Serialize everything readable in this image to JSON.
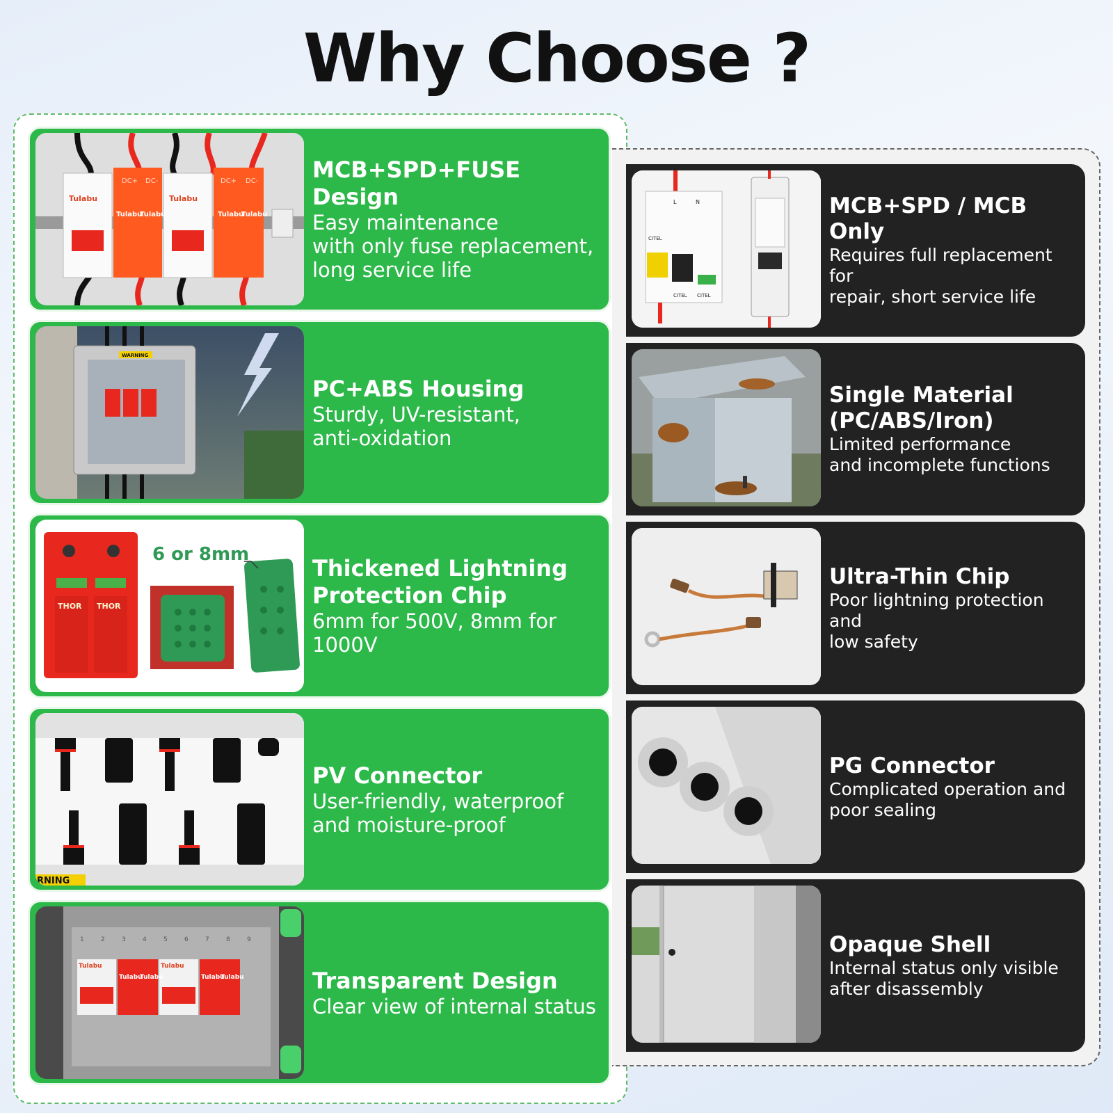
{
  "title": "Why Choose ?",
  "colors": {
    "green": "#2db84a",
    "dark": "#222222",
    "red": "#e8281e",
    "orange": "#ff5a1f"
  },
  "left_cards": [
    {
      "heading": "MCB+SPD+FUSE Design",
      "lines": [
        "Easy maintenance",
        "with only fuse replacement,",
        "long service life"
      ],
      "image": {
        "brand_labels": [
          "Tulabu",
          "Tulabu",
          "Tulabu",
          "Tulabu",
          "Tulabu",
          "Tulabu"
        ],
        "tags": [
          "DC+",
          "DC-",
          "DC+",
          "DC-"
        ]
      }
    },
    {
      "heading": "PC+ABS Housing",
      "lines": [
        "Sturdy, UV-resistant,",
        "anti-oxidation"
      ],
      "image": {
        "warning": "WARNING"
      }
    },
    {
      "heading": "Thickened Lightning Protection Chip",
      "lines": [
        "6mm for 500V, 8mm for 1000V"
      ],
      "image": {
        "callout": "6 or 8mm",
        "brand_labels": [
          "THOR",
          "THOR"
        ]
      }
    },
    {
      "heading": "PV Connector",
      "lines": [
        "User-friendly, waterproof",
        "and moisture-proof"
      ],
      "image": {
        "warning": "RNING"
      }
    },
    {
      "heading": "Transparent Design",
      "lines": [
        "Clear view of internal status"
      ],
      "image": {
        "brand_labels": [
          "Tulabu",
          "Tulabu",
          "Tulabu",
          "Tulabu",
          "Tulabu",
          "Tulabu"
        ],
        "numbers": [
          "1",
          "2",
          "3",
          "4",
          "5",
          "6",
          "7",
          "8",
          "9"
        ]
      }
    }
  ],
  "right_cards": [
    {
      "heading": "MCB+SPD / MCB Only",
      "lines": [
        "Requires full replacement for",
        "repair, short service life"
      ],
      "image": {
        "labels": [
          "L",
          "N",
          "CITEL",
          "CITEL",
          "CITEL"
        ]
      }
    },
    {
      "heading": "Single Material (PC/ABS/Iron)",
      "lines": [
        "Limited performance",
        "and incomplete functions"
      ]
    },
    {
      "heading": "Ultra-Thin Chip",
      "lines": [
        "Poor lightning protection and",
        "low safety"
      ]
    },
    {
      "heading": "PG Connector",
      "lines": [
        "Complicated operation and",
        "poor sealing"
      ]
    },
    {
      "heading": "Opaque Shell",
      "lines": [
        "Internal status only visible",
        "after disassembly"
      ]
    }
  ]
}
